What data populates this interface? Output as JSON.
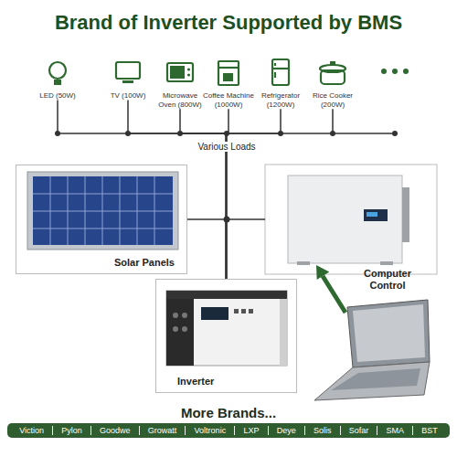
{
  "diagram": {
    "title": "Brand of Inverter Supported by BMS",
    "nodes": [
      {
        "text": [
          "LED (50W)"
        ]
      },
      {
        "text": [
          "TV (100W)"
        ]
      },
      {
        "text": [
          "Microwave Oven (800W)"
        ]
      },
      {
        "text": [
          "Coffee Machine (1000W)"
        ]
      },
      {
        "text": [
          "Refrigerator (1200W)"
        ]
      },
      {
        "text": [
          "Rice Cooker (200W)"
        ]
      },
      {
        "text": [
          "Solar Panels"
        ]
      },
      {
        "text": [
          "Inverter"
        ]
      },
      {
        "text": [
          "More Brands...",
          "Viction",
          "Pylon",
          "Goodwe",
          "Growatt",
          "Voltronic",
          "LXP",
          "Deye",
          "Solis",
          "Sofar",
          "SMA",
          "BST"
        ]
      }
    ],
    "edges": [
      {
        "from": 0,
        "to": 7,
        "arrow": "none"
      },
      {
        "from": 1,
        "to": 7,
        "arrow": "none"
      },
      {
        "from": 2,
        "to": 7,
        "arrow": "none"
      },
      {
        "from": 3,
        "to": 7,
        "arrow": "none"
      },
      {
        "from": 4,
        "to": 7,
        "arrow": "none"
      },
      {
        "from": 5,
        "to": 7,
        "arrow": "none"
      },
      {
        "from": 6,
        "to": 7,
        "arrow": "none"
      }
    ],
    "labels": [
      "Various Loads",
      "Computer Control"
    ]
  }
}
